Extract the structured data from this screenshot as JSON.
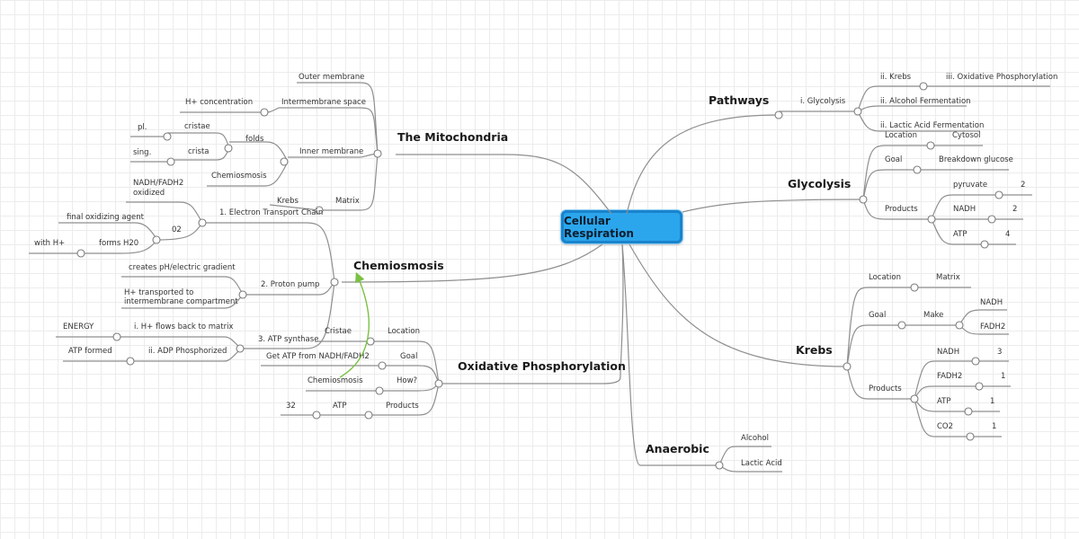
{
  "root": "Cellular Respiration",
  "mitochondria": {
    "title": "The Mitochondria",
    "outer_membrane": "Outer membrane",
    "intermembrane_space": "Intermembrane space",
    "h_concentration": "H+ concentration",
    "inner_membrane": "Inner membrane",
    "folds": "folds",
    "cristae": "cristae",
    "pl": "pl.",
    "crista": "crista",
    "sing": "sing.",
    "chemiosmosis": "Chemiosmosis",
    "matrix": "Matrix",
    "krebs": "Krebs"
  },
  "chemiosmosis": {
    "title": "Chemiosmosis",
    "etc": "1. Electron Transport Chain",
    "nadh_fadh2": "NADH/FADH2",
    "oxidized": "oxidized",
    "o2": "02",
    "final_agent": "final oxidizing agent",
    "forms_h2o": "forms H20",
    "with_h": "with H+",
    "proton_pump": "2. Proton pump",
    "gradient": "creates pH/electric gradient",
    "h_transported": "H+ transported to",
    "intermembrane_comp": "intermembrane compartment",
    "atp_synthase": "3. ATP synthase",
    "h_flows": "i. H+ flows back to matrix",
    "energy": "ENERGY",
    "adp": "ii. ADP Phosphorized",
    "atp_formed": "ATP formed"
  },
  "oxphos": {
    "title": "Oxidative Phosphorylation",
    "location": "Location",
    "cristae": "Cristae",
    "goal": "Goal",
    "goal_text": "Get ATP from NADH/FADH2",
    "how": "How?",
    "how_text": "Chemiosmosis",
    "products": "Products",
    "atp": "ATP",
    "atp_count": "32"
  },
  "pathways": {
    "title": "Pathways",
    "glycolysis": "i. Glycolysis",
    "krebs": "ii. Krebs",
    "oxphos": "iii. Oxidative Phosphorylation",
    "alcohol": "ii. Alcohol Fermentation",
    "lactic": "ii. Lactic Acid Fermentation"
  },
  "glycolysis": {
    "title": "Glycolysis",
    "location": "Location",
    "cytosol": "Cytosol",
    "goal": "Goal",
    "goal_text": "Breakdown glucose",
    "products": "Products",
    "pyruvate": "pyruvate",
    "pyruvate_n": "2",
    "nadh": "NADH",
    "nadh_n": "2",
    "atp": "ATP",
    "atp_n": "4"
  },
  "krebs": {
    "title": "Krebs",
    "location": "Location",
    "matrix": "Matrix",
    "goal": "Goal",
    "make": "Make",
    "nadh": "NADH",
    "fadh2": "FADH2",
    "products": "Products",
    "p_nadh": "NADH",
    "p_nadh_n": "3",
    "p_fadh2": "FADH2",
    "p_fadh2_n": "1",
    "p_atp": "ATP",
    "p_atp_n": "1",
    "p_co2": "CO2",
    "p_co2_n": "1"
  },
  "anaerobic": {
    "title": "Anaerobic",
    "alcohol": "Alcohol",
    "lactic": "Lactic Acid"
  }
}
